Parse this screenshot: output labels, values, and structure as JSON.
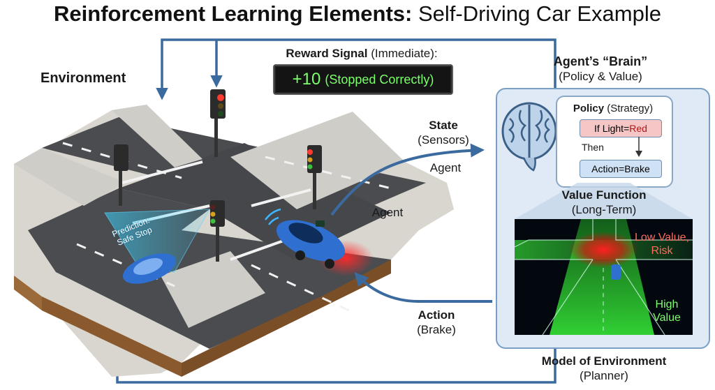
{
  "title": {
    "bold": "Reinforcement Learning Elements:",
    "rest": "Self-Driving Car Example"
  },
  "environment_label": "Environment",
  "reward": {
    "label_bold": "Reward Signal",
    "label_rest": "(Immediate):",
    "value": "+10",
    "note": "(Stopped Correctly)"
  },
  "agent_brain": {
    "title": "Agent’s “Brain”",
    "subtitle": "(Policy & Value)"
  },
  "state": {
    "title": "State",
    "subtitle": "(Sensors)",
    "agent_label": "Agent"
  },
  "scene_agent_label": "Agent",
  "prediction_label": [
    "Prediction:",
    "Safe Stop"
  ],
  "policy": {
    "title_bold": "Policy",
    "title_rest": "(Strategy)",
    "condition_prefix": "If Light=",
    "condition_value": "Red",
    "then": "Then",
    "action": "Action=Brake"
  },
  "value_function": {
    "title": "Value Function",
    "subtitle": "(Long-Term)",
    "low_value": [
      "Low Value,",
      "Risk"
    ],
    "high_value": [
      "High",
      "Value"
    ]
  },
  "action": {
    "title": "Action",
    "subtitle": "(Brake)"
  },
  "model": {
    "title": "Model of Environment",
    "subtitle": "(Planner)"
  },
  "colors": {
    "arrow": "#3b6a9e",
    "reward_text": "#7bff6a",
    "policy_red": "#f6c6c6",
    "policy_blue": "#cfe2f5",
    "road": "#4a4c50",
    "sidewalk": "#d2d0cc",
    "car": "#2f6fd0",
    "low_value": "#ff6b5b",
    "high_value": "#7cff6a"
  }
}
